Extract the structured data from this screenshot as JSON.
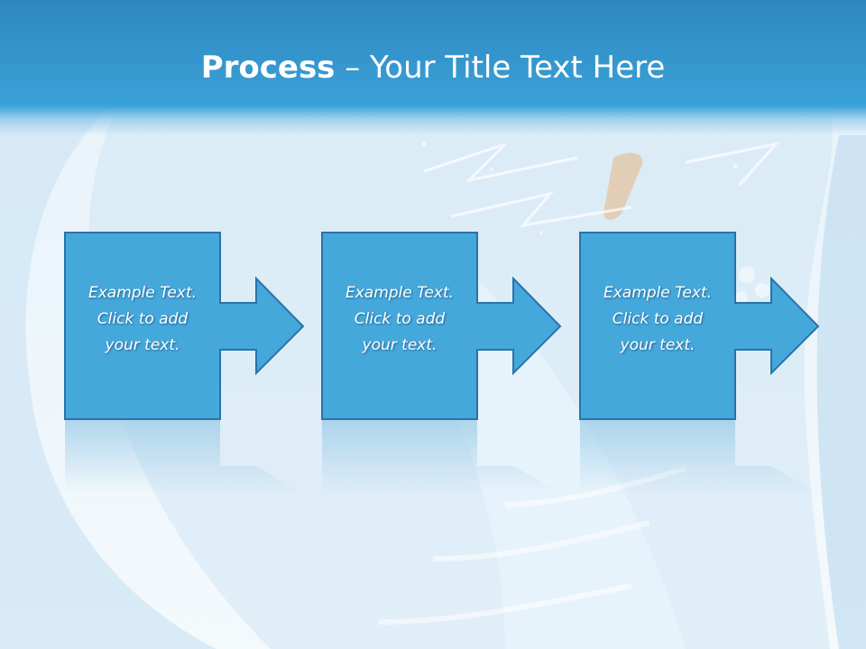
{
  "slide": {
    "title_bold": "Process",
    "title_rest": " – Your Title Text Here"
  },
  "steps": [
    {
      "lines": [
        "Example Text.",
        "Click  to add",
        "your text."
      ]
    },
    {
      "lines": [
        "Example Text.",
        "Click  to add",
        "your text."
      ]
    },
    {
      "lines": [
        "Example Text.",
        "Click  to add",
        "your text."
      ]
    }
  ],
  "colors": {
    "header": "#3aa2d8",
    "box_fill": "#45a8db",
    "box_border": "#2a73a8",
    "title_text": "#ffffff"
  }
}
